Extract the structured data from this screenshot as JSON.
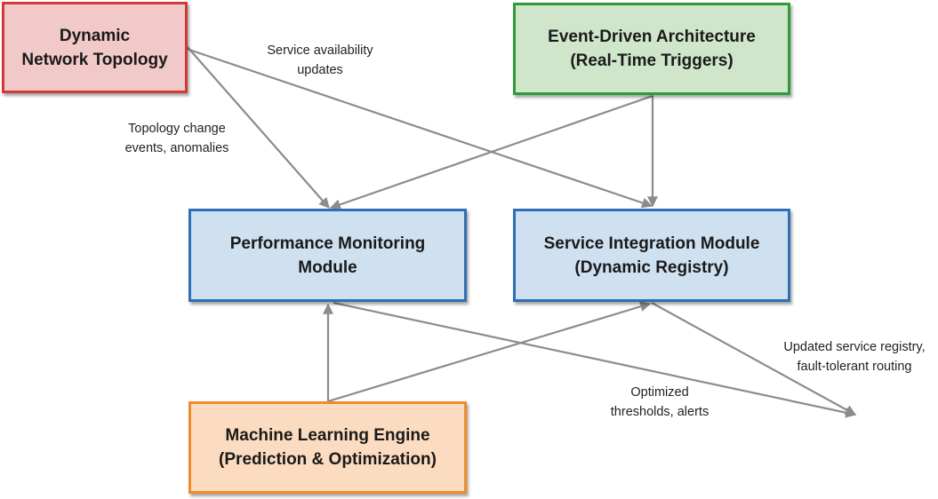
{
  "colors": {
    "connector": "#8c8c8c",
    "topology_fill": "#f2c9c9",
    "topology_border": "#d23a3a",
    "event_fill": "#cfe6cb",
    "event_border": "#2e9a3a",
    "module_fill": "#cfe0f1",
    "module_border": "#2f6fb3",
    "ml_fill": "#fbdcc0",
    "ml_border": "#f08b2a"
  },
  "nodes": {
    "topology": {
      "lines": [
        "Dynamic",
        "Network Topology"
      ]
    },
    "event": {
      "lines": [
        "Event-Driven Architecture",
        "(Real-Time Triggers)"
      ]
    },
    "perf": {
      "lines": [
        "Performance Monitoring",
        "Module"
      ]
    },
    "service": {
      "lines": [
        "Service Integration Module",
        "(Dynamic Registry)"
      ]
    },
    "ml": {
      "lines": [
        "Machine Learning Engine",
        "(Prediction & Optimization)"
      ]
    }
  },
  "labels": {
    "availability": [
      "Service availability",
      "updates"
    ],
    "topology_change": [
      "Topology change",
      "events, anomalies"
    ],
    "updated_registry": [
      "Updated service registry,",
      "fault-tolerant routing"
    ],
    "optimized": [
      "Optimized",
      "thresholds, alerts"
    ]
  },
  "edges": [
    {
      "id": "topology-to-perf",
      "from": "topology",
      "to": "perf"
    },
    {
      "id": "topology-to-service",
      "from": "topology",
      "to": "service"
    },
    {
      "id": "event-to-perf",
      "from": "event",
      "to": "perf"
    },
    {
      "id": "event-to-service",
      "from": "event",
      "to": "service"
    },
    {
      "id": "ml-to-perf",
      "from": "ml",
      "to": "perf"
    },
    {
      "id": "ml-to-service",
      "from": "ml",
      "to": "service"
    },
    {
      "id": "perf-output",
      "from": "perf",
      "to": ""
    },
    {
      "id": "service-output",
      "from": "service",
      "to": ""
    }
  ]
}
